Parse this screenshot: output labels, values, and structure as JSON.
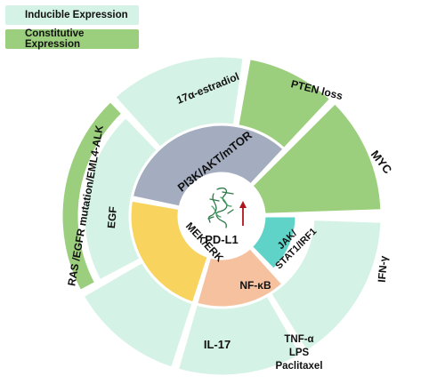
{
  "legend": {
    "inducible": "Inducible Expression",
    "constitutive": "Constitutive Expression"
  },
  "colors": {
    "inducible": "#d4f2e6",
    "constitutive": "#9ccf7d",
    "pi3k": "#a4adc0",
    "mek": "#f8d35e",
    "nfkb": "#f6c19f",
    "jak": "#5fd3c7",
    "arrow": "#b0151a",
    "stroke": "#ffffff"
  },
  "center": {
    "label": "PD-L1",
    "icon": "protein-structure-icon",
    "indicator": "up-arrow-icon"
  },
  "pathways": {
    "pi3k": "PI3K/AKT/mTOR",
    "mek": "MEK/ERK",
    "nfkb": "NF-κB",
    "jak_line1": "JAK/",
    "jak_line2": "STAT1/IRF1"
  },
  "stimuli": {
    "estradiol": "17α-estradiol",
    "pten": "PTEN loss",
    "myc": "MYC",
    "ifn": "IFN-γ",
    "tnf": "TNF-α",
    "lps": "LPS",
    "paclitaxel": "Paclitaxel",
    "il17": "IL-17",
    "egf": "EGF",
    "ras": "RAS /EGFR mutation/EML4-ALK"
  }
}
